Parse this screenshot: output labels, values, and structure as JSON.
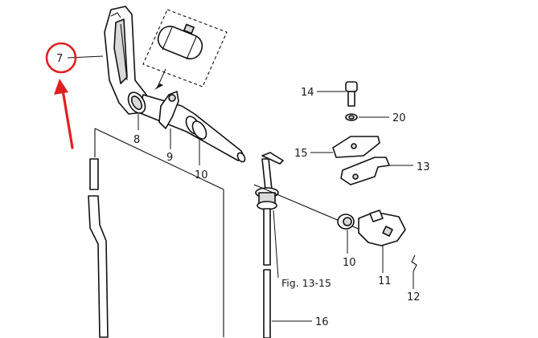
{
  "labels": {
    "p7": "7",
    "p8": "8",
    "p9": "9",
    "p10a": "10",
    "p10b": "10",
    "p11": "11",
    "p12": "12",
    "p13": "13",
    "p14": "14",
    "p15": "15",
    "p16": "16",
    "p20": "20",
    "figref": "Fig. 13-15"
  },
  "annotation": {
    "circle_color": "#e02020",
    "arrow_color": "#e02020",
    "highlighted_part": "7"
  }
}
